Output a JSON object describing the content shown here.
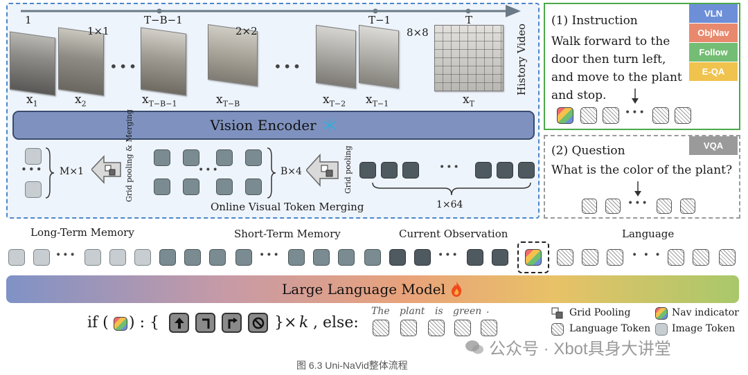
{
  "history": {
    "timeline_labels": [
      "1",
      "T−B−1",
      "T−1",
      "T"
    ],
    "side_label": "History Video",
    "frame_labels": [
      {
        "main": "x",
        "sub": "1"
      },
      {
        "main": "x",
        "sub": "2"
      },
      {
        "main": "x",
        "sub": "T−B−1"
      },
      {
        "main": "x",
        "sub": "T−B"
      },
      {
        "main": "x",
        "sub": "T−2"
      },
      {
        "main": "x",
        "sub": "T−1"
      },
      {
        "main": "x",
        "sub": "T"
      }
    ],
    "grid_labels": [
      "1×1",
      "2×2",
      "8×8"
    ]
  },
  "vision_encoder": {
    "label": "Vision Encoder",
    "icon": "snowflake-icon"
  },
  "merging": {
    "caption": "Online Visual Token Merging",
    "grid_pooling_label": "Grid pooling",
    "grid_pooling_merging_label": "Grid pooling & Merging",
    "size_m": "M×1",
    "size_b": "B×4",
    "size_64": "1×64"
  },
  "instruction": {
    "heading": "(1) Instruction",
    "text": "Walk forward to the door then turn left, and move to the plant and stop.",
    "tags": [
      {
        "label": "VLN",
        "color": "#6d8fd8"
      },
      {
        "label": "ObjNav",
        "color": "#e8896e"
      },
      {
        "label": "Follow",
        "color": "#74bd74"
      },
      {
        "label": "E-QA",
        "color": "#f0c34e"
      }
    ]
  },
  "question": {
    "heading": "(2) Question",
    "text": "What is the color of the plant?",
    "tag": {
      "label": "VQA",
      "color": "#9a9a9a"
    }
  },
  "sequence": {
    "long_term": "Long-Term Memory",
    "short_term": "Short-Term Memory",
    "current": "Current Observation",
    "language": "Language"
  },
  "llm": {
    "label": "Large Language Model",
    "icon": "fire-icon"
  },
  "output": {
    "if_text": "if (",
    "after_icon": ") : {",
    "times_k": "}×",
    "k": "k",
    "else_text": ", else:",
    "words": [
      "The",
      "plant",
      "is",
      "green",
      "."
    ],
    "actions": [
      "arrow-up-icon",
      "turn-left-icon",
      "turn-right-icon",
      "stop-icon"
    ]
  },
  "legend": {
    "grid_pooling": "Grid Pooling",
    "nav_indicator": "Nav indicator",
    "language_token": "Language Token",
    "image_token": "Image Token"
  },
  "watermark": "公众号 · Xbot具身大讲堂",
  "caption": "图 6.3 Uni-NaVid整体流程",
  "colors": {
    "panel_border": "#4a86c8",
    "instr_border": "#4aa84a",
    "vision_bar": "#7f92bf"
  }
}
